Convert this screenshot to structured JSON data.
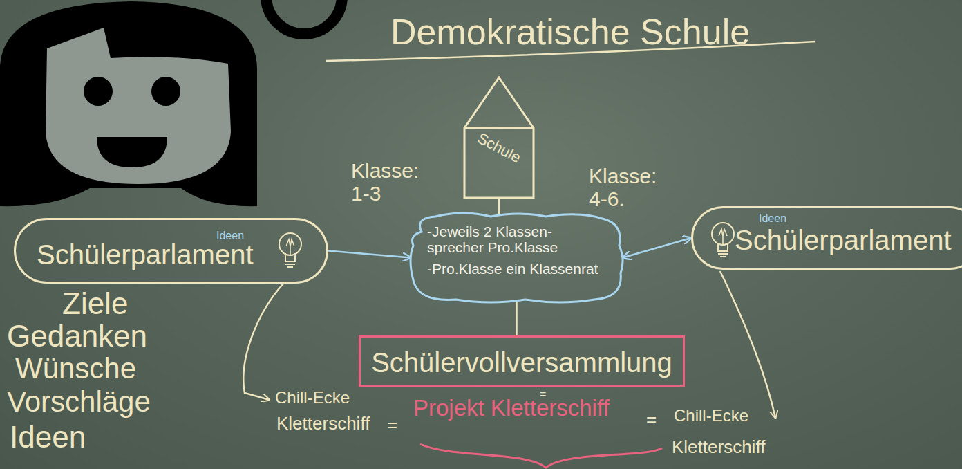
{
  "diagram": {
    "title": "Demokratische Schule",
    "nodes": [
      {
        "text": [
          "Schule"
        ]
      },
      {
        "text": [
          "Ideen",
          "Schülerparlament"
        ]
      },
      {
        "text": [
          "-Jeweils 2 Klassen- sprecher Pro.Klasse",
          "-Pro.Klasse ein Klassenrat"
        ]
      },
      {
        "text": [
          "Ideen",
          "Schülerparlament"
        ]
      },
      {
        "text": [
          "Schülervollversammlung"
        ]
      }
    ],
    "edges": [
      {
        "from": 0,
        "to": 2,
        "arrow": "none"
      },
      {
        "from": 1,
        "to": 2,
        "arrow": "to"
      },
      {
        "from": 2,
        "to": 3,
        "arrow": "both"
      },
      {
        "from": 2,
        "to": 4,
        "arrow": "none"
      }
    ],
    "labels": [
      "Klasse: 1-3",
      "Klasse: 4-6.",
      "Ziele",
      "Gedanken",
      "Wünsche",
      "Vorschläge",
      "Ideen",
      "Chill-Ecke",
      "=",
      "Kletterschiff",
      "=",
      "Projekt Kletterschiff",
      "=",
      "Chill-Ecke",
      "Kletterschiff"
    ]
  }
}
